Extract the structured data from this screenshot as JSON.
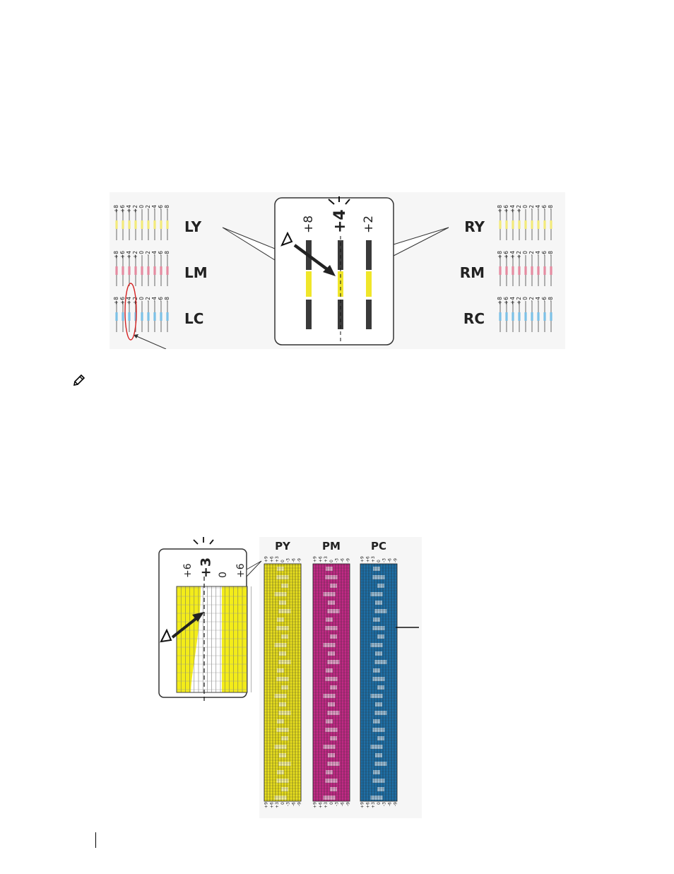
{
  "figure1": {
    "left_groups": [
      {
        "label": "LY",
        "color": "#f2ea7a"
      },
      {
        "label": "LM",
        "color": "#e58aa0"
      },
      {
        "label": "LC",
        "color": "#7cc0e6"
      }
    ],
    "right_groups": [
      {
        "label": "RY",
        "color": "#f2ea7a"
      },
      {
        "label": "RM",
        "color": "#e58aa0"
      },
      {
        "label": "RC",
        "color": "#7cc0e6"
      }
    ],
    "ticks": [
      "+8",
      "+6",
      "+4",
      "+2",
      "0",
      "-2",
      "-4",
      "-6",
      "-8"
    ],
    "zoom_ticks": [
      "+8",
      "+4",
      "+2"
    ],
    "highlight_color": "#f0e62a",
    "oval_color": "#d42020"
  },
  "figure2": {
    "zoom_ticks": [
      "+6",
      "+3",
      "0",
      "+6"
    ],
    "strips": [
      {
        "label": "PY",
        "color": "#e8df1e"
      },
      {
        "label": "PM",
        "color": "#c22a86"
      },
      {
        "label": "PC",
        "color": "#1e6fa6"
      }
    ],
    "strip_ticks": [
      "+9",
      "+6",
      "+3",
      "0",
      "-3",
      "-6",
      "-9"
    ],
    "zoom_color": "#f3ec1a"
  }
}
